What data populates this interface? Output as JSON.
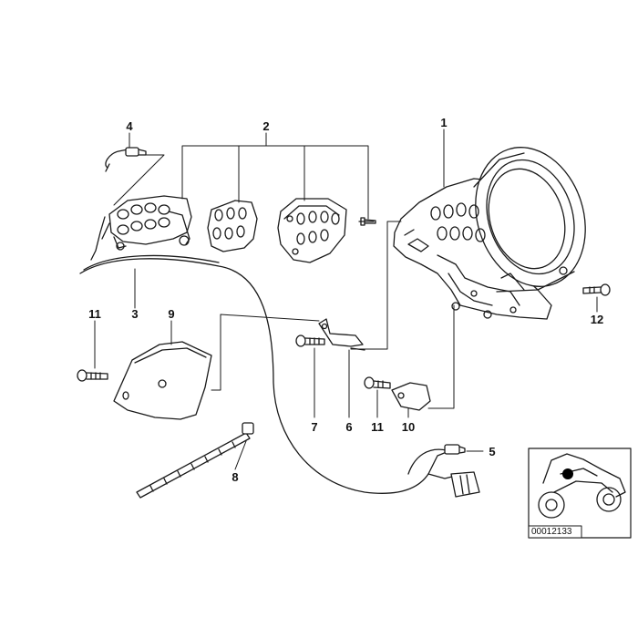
{
  "diagram": {
    "callouts": {
      "c1": "1",
      "c2": "2",
      "c3": "3",
      "c4": "4",
      "c5": "5",
      "c6": "6",
      "c7": "7",
      "c8": "8",
      "c9": "9",
      "c10": "10",
      "c11a": "11",
      "c11b": "11",
      "c12": "12"
    },
    "inset": {
      "image_number": "00012133",
      "marker_color": "#000000"
    }
  }
}
